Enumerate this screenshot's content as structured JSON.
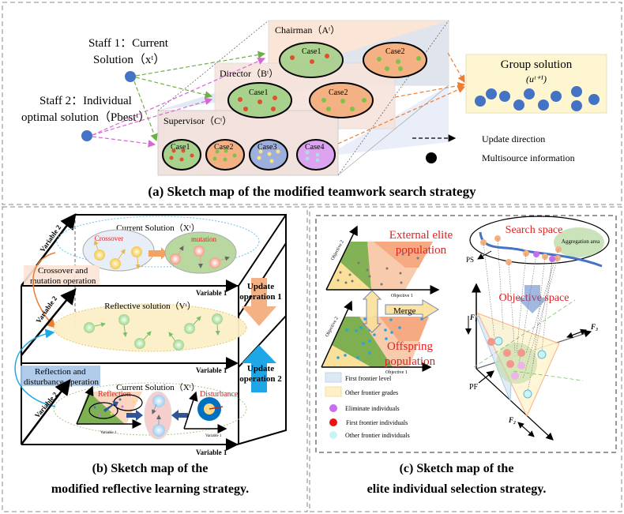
{
  "panel_a": {
    "staff1_line1": "Staff 1：Current",
    "staff1_line2": "Solution（xᵗ）",
    "staff2_line1": "Staff 2：Individual",
    "staff2_line2": "optimal solution（Pbestᵗ）",
    "levels": [
      {
        "label": "Chairman（Aᵗ）",
        "cases": [
          "Case1",
          "Case2"
        ]
      },
      {
        "label": "Director（Bᵗ）",
        "cases": [
          "Case1",
          "Case2"
        ]
      },
      {
        "label": "Supervisor（Cᵗ）",
        "cases": [
          "Case1",
          "Case2",
          "Case3",
          "Case4"
        ]
      }
    ],
    "group_solution_title": "Group solution",
    "group_solution_symbol": "(uᵗ⁺¹)",
    "legend_update": "Update direction",
    "legend_info": "Multisource information",
    "caption": "(a) Sketch map of the modified teamwork search strategy",
    "colors": {
      "staff_dot": "#4472c4",
      "green_arrow": "#70ad47",
      "magenta_arrow": "#d966d9",
      "orange_arrow": "#ed7d31",
      "case_green": "#a9d18e",
      "case_orange": "#f4b183",
      "case_blue": "#9dafdc",
      "case_purple": "#dba3f0",
      "group_bg": "#fdf6d0"
    }
  },
  "panel_b": {
    "top_title": "Current Solution（Xᵗ）",
    "crossover": "Crossover",
    "mutation": "mutation",
    "crossover_op_line1": "Crossover and",
    "crossover_op_line2": "mutation operation",
    "reflective_title": "Reflective solution（Vᵗ）",
    "reflection_op_line1": "Reflection and",
    "reflection_op_line2": "disturbance operation",
    "bottom_title": "Current Solution（Xᵗ）",
    "reflection": "Reflection",
    "disturbance": "Disturbance",
    "variable1": "Variable 1",
    "variable2": "Variable 2",
    "update1_line1": "Update",
    "update1_line2": "operation 1",
    "update2_line1": "Update",
    "update2_line2": "operation 2",
    "caption_line1": "(b) Sketch map of the",
    "caption_line2": "modified reflective learning strategy."
  },
  "panel_c": {
    "external_line1": "External elite",
    "external_line2": "population",
    "offspring_line1": "Offspring",
    "offspring_line2": "population",
    "merge": "Merge",
    "objective1": "Objective 1",
    "objective2": "Objective 2",
    "search_space": "Search space",
    "aggregation_area": "Aggregation area",
    "objective_space": "Objective space",
    "ps": "PS",
    "pf": "PF",
    "f1": "F₁",
    "f2": "F₂",
    "f3": "F₃",
    "legend": [
      {
        "label": "First frontier level",
        "kind": "swatch",
        "color": "#dde8f5"
      },
      {
        "label": "Other frontier grades",
        "kind": "swatch",
        "color": "#fff0c8"
      },
      {
        "label": "Eliminate individuals",
        "kind": "dot",
        "color": "#c86ef0"
      },
      {
        "label": "First frontier individuals",
        "kind": "dot",
        "color": "#ee1111"
      },
      {
        "label": "Other frontier individuals",
        "kind": "dot",
        "color": "#c8f4f8"
      }
    ],
    "caption_line1": "(c) Sketch map of the",
    "caption_line2": "elite individual selection strategy."
  }
}
